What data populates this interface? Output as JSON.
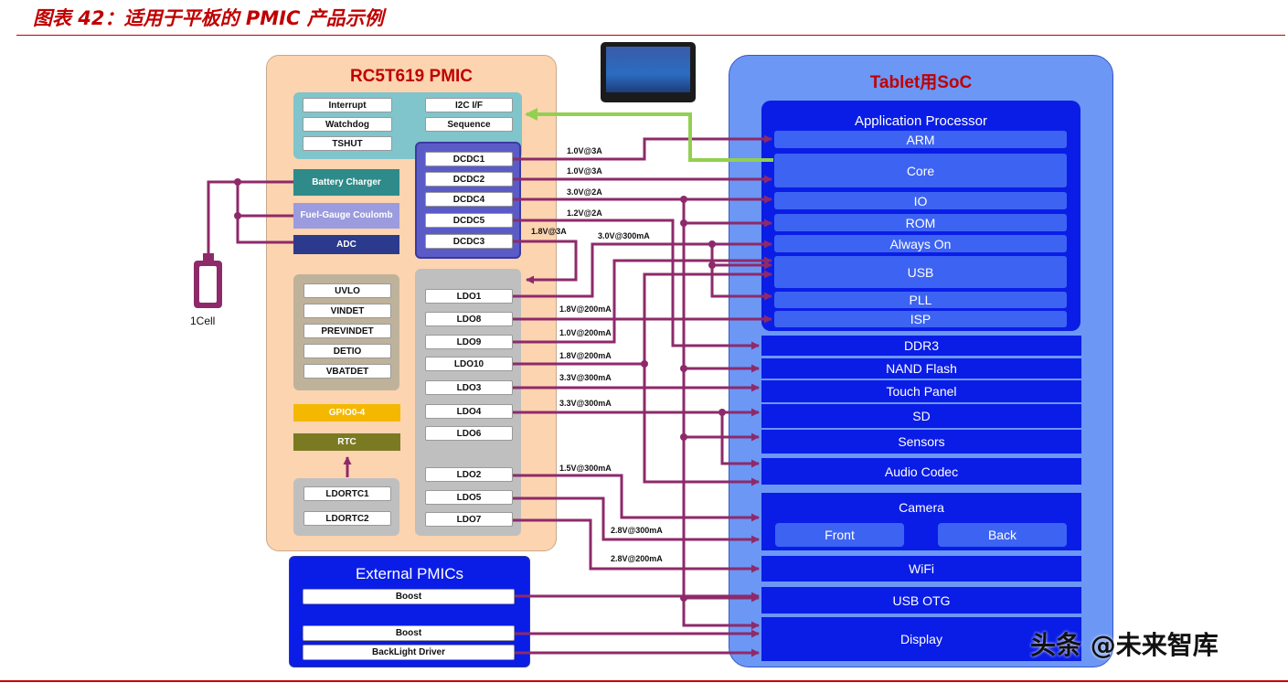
{
  "header": {
    "title": "图表 42：适用于平板的 PMIC 产品示例"
  },
  "pmic": {
    "title": "RC5T619 PMIC",
    "ctrl": [
      "Interrupt",
      "I2C I/F",
      "Watchdog",
      "Sequence",
      "TSHUT"
    ],
    "battery_charger": "Battery Charger",
    "fuel_gauge": "Fuel-Gauge Coulomb",
    "adc": "ADC",
    "detect": [
      "UVLO",
      "VINDET",
      "PREVINDET",
      "DETIO",
      "VBATDET"
    ],
    "gpio": "GPIO0-4",
    "rtc": "RTC",
    "ldortc": [
      "LDORTC1",
      "LDORTC2"
    ],
    "dcdc": [
      "DCDC1",
      "DCDC2",
      "DCDC4",
      "DCDC5",
      "DCDC3"
    ],
    "ldo_a": [
      "LDO1",
      "LDO8",
      "LDO9",
      "LDO10",
      "LDO3",
      "LDO4",
      "LDO6"
    ],
    "ldo_b": [
      "LDO2",
      "LDO5",
      "LDO7"
    ]
  },
  "cell": "1Cell",
  "rails": {
    "dcdc1": "1.0V@3A",
    "dcdc2": "1.0V@3A",
    "dcdc4": "3.0V@2A",
    "dcdc5": "1.2V@2A",
    "dcdc3": "1.8V@3A",
    "ldo1": "3.0V@300mA",
    "ldo8": "1.8V@200mA",
    "ldo9": "1.0V@200mA",
    "ldo10": "1.8V@200mA",
    "ldo3": "3.3V@300mA",
    "ldo4": "3.3V@300mA",
    "ldo2": "1.5V@300mA",
    "ldo5": "2.8V@300mA",
    "ldo7": "2.8V@200mA"
  },
  "external": {
    "title": "External PMICs",
    "items": [
      "Boost",
      "Boost",
      "BackLight Driver"
    ]
  },
  "soc": {
    "title": "Tablet用SoC",
    "ap_title": "Application Processor",
    "ap_blocks": [
      "ARM",
      "Core",
      "IO",
      "ROM",
      "Always On",
      "USB",
      "PLL",
      "ISP"
    ],
    "peripherals": [
      "DDR3",
      "NAND Flash",
      "Touch Panel",
      "SD",
      "Sensors",
      "Audio Codec"
    ],
    "camera": {
      "title": "Camera",
      "front": "Front",
      "back": "Back"
    },
    "bottom": [
      "WiFi",
      "USB OTG",
      "Display"
    ]
  },
  "colors": {
    "wire": "#8e2a6a",
    "green_wire": "#92d050",
    "soc_block": "#0a1de6"
  },
  "watermark": "头条 @未来智库"
}
